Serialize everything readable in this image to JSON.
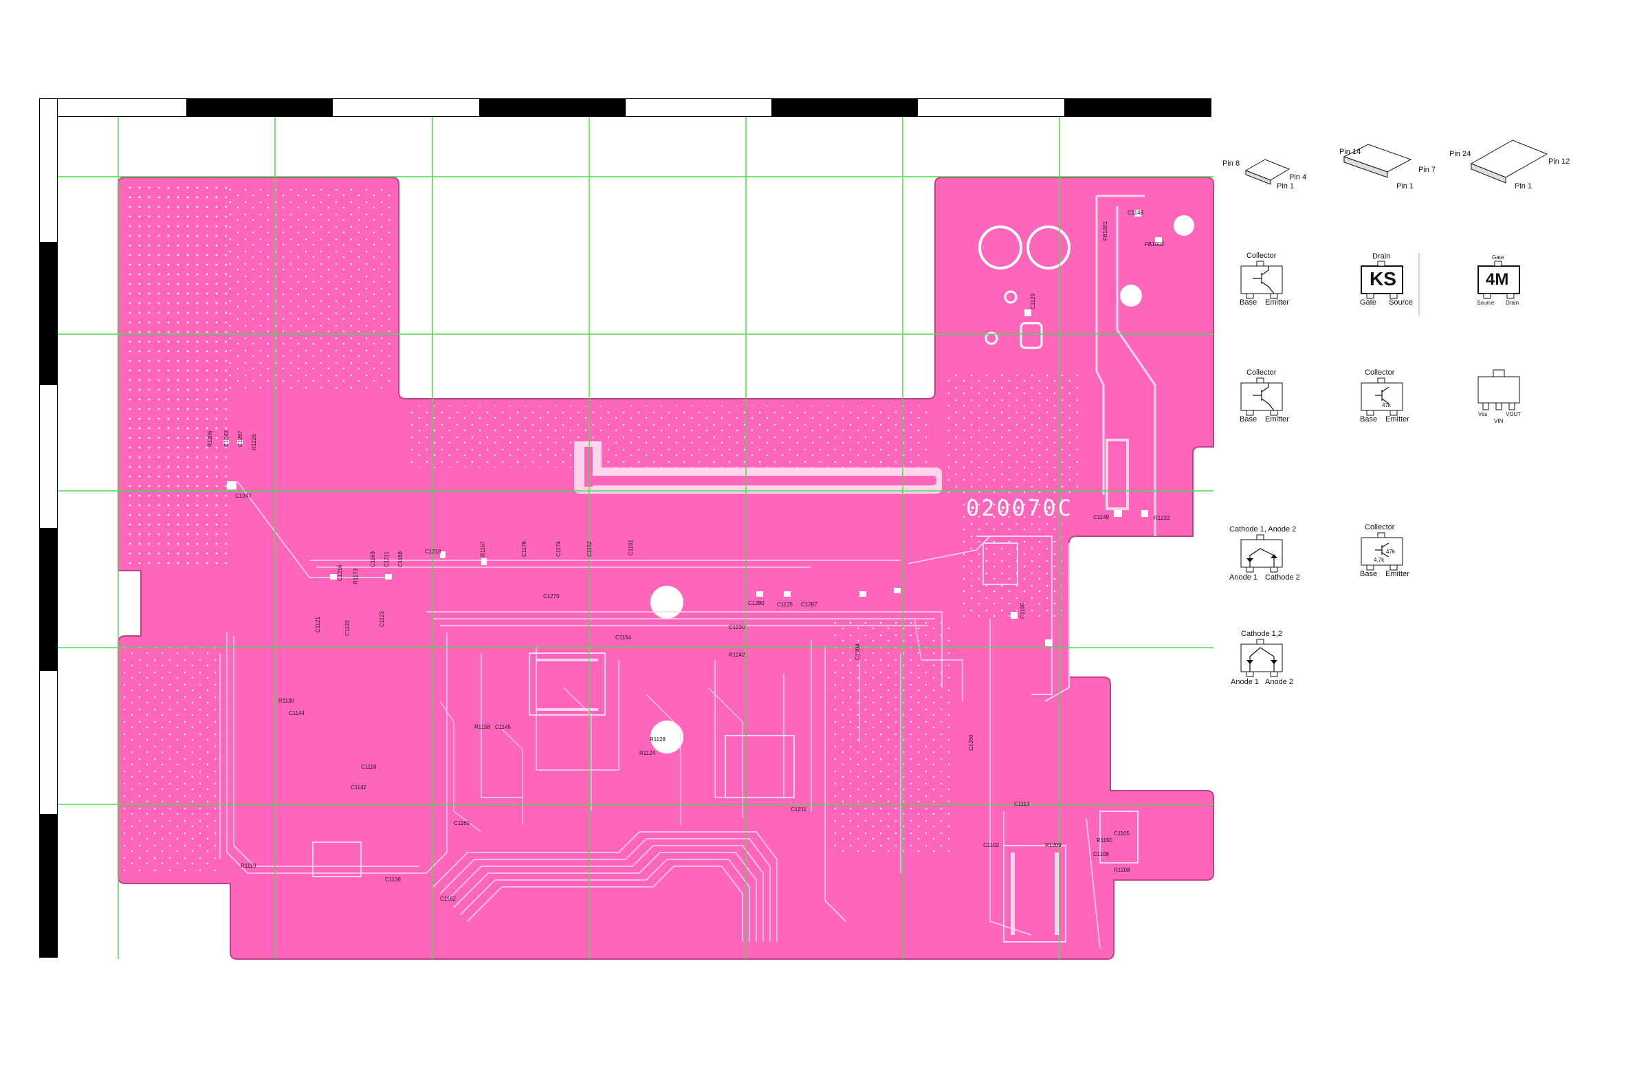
{
  "board": {
    "marking": "020070C",
    "colors": {
      "board": "#ff66bb",
      "trace": "#ffd5ec",
      "grid": "#4cdc4c",
      "outline": "#c0408a"
    }
  },
  "refdes": {
    "r1206": "R1206",
    "c1243": "C1243",
    "c1267": "C1267",
    "r1226": "R1226",
    "c1247": "C1247",
    "c1216": "C1216",
    "r1173": "R1173",
    "c1169": "C1169",
    "c1211": "C1211",
    "c1188": "C1188",
    "c1218": "C1218",
    "r1167": "R1167",
    "c1176": "C1176",
    "c1152": "C1152",
    "c1174": "C1174",
    "c1161": "C1161",
    "c1270": "C1270",
    "c1280": "C1280",
    "c1125": "C1125",
    "c1287": "C1287",
    "c1121": "C1121",
    "c1122": "C1122",
    "c1123": "C1123",
    "c1154": "C1154",
    "r1242": "R1242",
    "r1158": "R1158",
    "c1118": "C1118",
    "c1142": "C1142",
    "c1162": "C1162",
    "c1136": "C1136",
    "r1119": "R1119",
    "c1145": "C1145",
    "c1160": "C1160",
    "r1130": "R1130",
    "c1144": "C1144",
    "ic1220": "C1220",
    "r1128": "R1128",
    "r1124": "R1124",
    "c1211b": "C1211",
    "c1113": "C1113",
    "r1209": "R1209",
    "c1102": "C1102",
    "c1105": "C1105",
    "r1150": "R1150",
    "c1108": "C1108",
    "r1208": "R1208",
    "c1149": "C1149",
    "c1166": "C1166",
    "c1004": "C1004",
    "c1260": "C1260",
    "c1129": "C1129",
    "fb1001": "FB1001",
    "fb1002": "FB1002",
    "c1148": "C1148",
    "r1232": "R1232"
  },
  "legend": {
    "so8": {
      "p_top": "Pin 8",
      "p_right": "Pin 4",
      "p_bottom": "Pin 1"
    },
    "so14": {
      "p_top": "Pin 14",
      "p_right": "Pin 7",
      "p_bottom": "Pin 1"
    },
    "so24": {
      "p_top": "Pin 24",
      "p_right": "Pin 12",
      "p_bottom": "Pin 1"
    },
    "tr1": {
      "top": "Collector",
      "left": "Base",
      "right": "Emitter"
    },
    "fet_ks": {
      "top": "Drain",
      "mark": "KS",
      "left": "Gate",
      "right": "Source"
    },
    "fet_4m": {
      "top": "Gate",
      "mark": "4M",
      "left": "Source",
      "right": "Drain"
    },
    "tr2": {
      "top": "Collector",
      "left": "Base",
      "right": "Emitter"
    },
    "tr_r47": {
      "top": "Collector",
      "res": "47k",
      "left": "Base",
      "right": "Emitter"
    },
    "reg": {
      "left": "Vss",
      "mid": "VIN",
      "right": "VOUT"
    },
    "dual_diode": {
      "top": "Cathode 1, Anode 2",
      "left": "Anode 1",
      "right": "Cathode 2"
    },
    "tr_r47_47": {
      "top": "Collector",
      "res1": "47k",
      "res2": "4.7k",
      "left": "Base",
      "right": "Emitter"
    },
    "common_cathode": {
      "top": "Cathode 1,2",
      "left": "Anode 1",
      "right": "Anode 2"
    }
  }
}
